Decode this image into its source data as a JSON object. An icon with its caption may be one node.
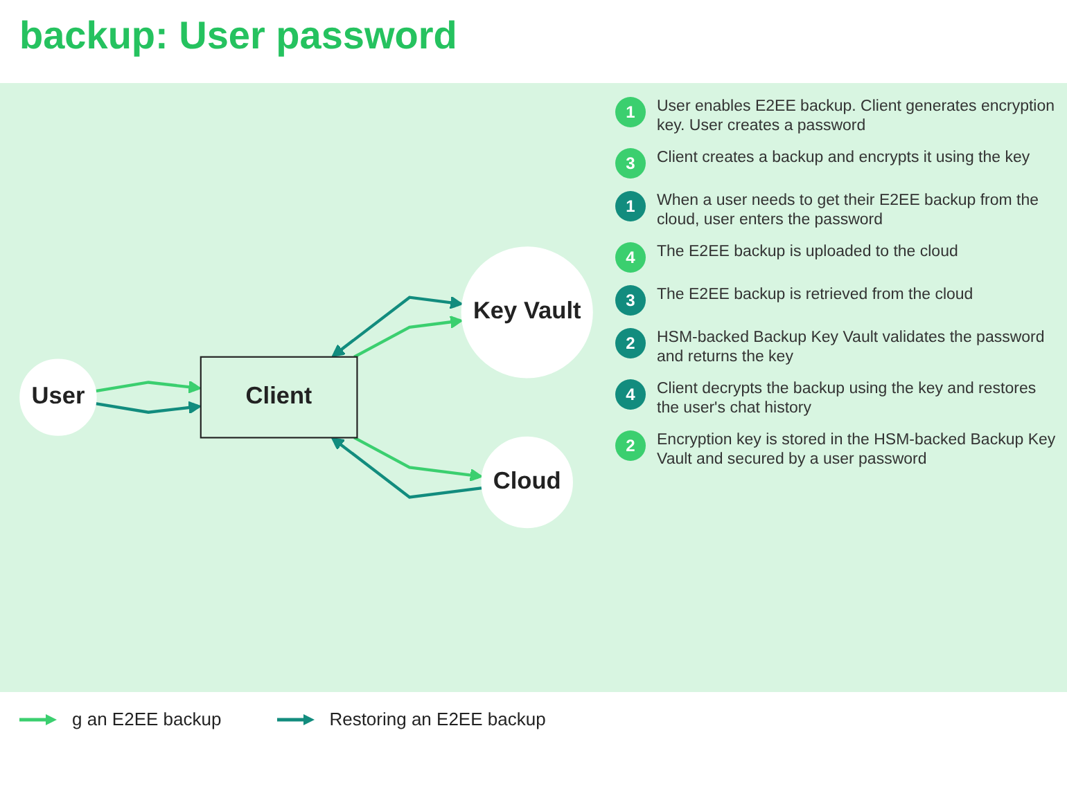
{
  "diagram": {
    "title": "backup: User password",
    "nodes": [
      {
        "text": [
          "User"
        ]
      },
      {
        "text": [
          "Key Vault"
        ]
      },
      {
        "text": [
          "Client"
        ]
      },
      {
        "text": [
          "Cloud"
        ]
      }
    ],
    "edges": [
      {
        "from": 0,
        "to": 2,
        "arrow": "to"
      },
      {
        "from": 0,
        "to": 2,
        "arrow": "to",
        "color": "#128c7e"
      },
      {
        "from": 2,
        "to": 1,
        "arrow": "both",
        "color": "#128c7e"
      },
      {
        "from": 2,
        "to": 1,
        "arrow": "to"
      },
      {
        "from": 2,
        "to": 3,
        "arrow": "to"
      },
      {
        "from": 3,
        "to": 2,
        "arrow": "to",
        "color": "#128c7e"
      }
    ],
    "labels": [
      "1",
      "User enables E2EE backup. Client generates encryption key. User creates a password",
      "3",
      "Client creates a backup and encrypts it using the key",
      "1",
      "When a user needs to get their E2EE backup from the cloud, user enters the password",
      "4",
      "The E2EE backup is uploaded to the cloud",
      "3",
      "The E2EE backup is retrieved from the cloud",
      "2",
      "HSM-backed Backup Key Vault validates the password and returns the key",
      "4",
      "Client decrypts the backup using the key and restores the user's chat history",
      "2",
      "Encryption key is stored in the HSM-backed Backup Key Vault and secured by a user password"
    ],
    "legend": [
      {
        "text": "g an E2EE backup"
      },
      {
        "text": "Restoring an E2EE backup"
      }
    ]
  }
}
